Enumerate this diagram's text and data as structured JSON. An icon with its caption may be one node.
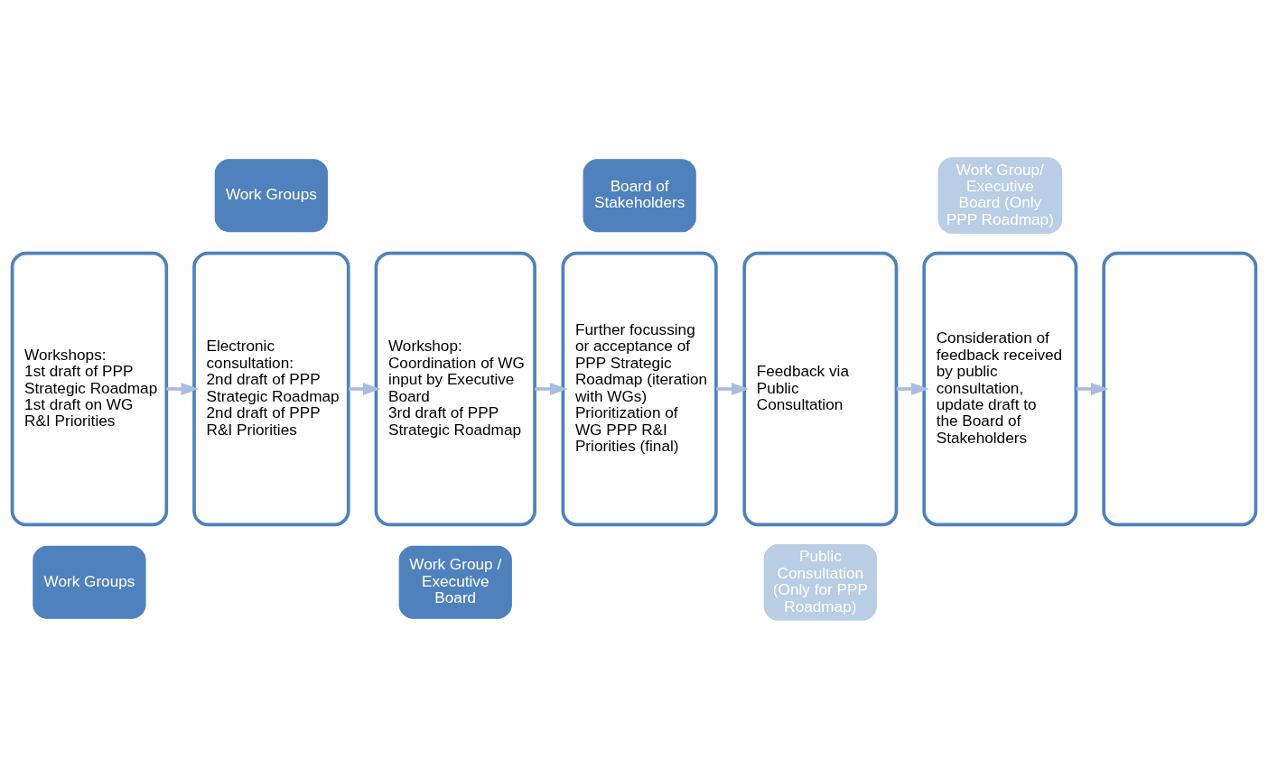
{
  "diagram": {
    "nodes": [
      {
        "text": [
          "Workshops:",
          "1st draft of PPP Strategic Roadmap",
          "1st draft on WG R&I Priorities"
        ]
      },
      {
        "text": [
          "Work Groups"
        ]
      },
      {
        "text": [
          "Electronic consultation:",
          "2nd draft of PPP Strategic Roadmap",
          "2nd draft of PPP R&I Priorities"
        ]
      },
      {
        "text": [
          "Work Groups"
        ]
      },
      {
        "text": [
          "Workshop:",
          "Coordination of WG input by Executive Board",
          "3rd draft of PPP Strategic Roadmap"
        ]
      },
      {
        "text": [
          "Work Group / Executive Board"
        ]
      },
      {
        "text": [
          "Further focussing or acceptance of PPP Strategic Roadmap (iteration with WGs)",
          "Prioritization of WG PPP R&I Priorities (final)"
        ]
      },
      {
        "text": [
          "Board of Stakeholders"
        ]
      },
      {
        "text": [
          "Feedback via Public Consultation"
        ]
      },
      {
        "text": [
          "Public Consultation (Only for PPP Roadmap)"
        ]
      },
      {
        "text": [
          "Consideration of feedback received by public consultation, update draft to the Board of Stakeholders"
        ]
      },
      {
        "text": [
          "Work Group/ Executive Board (Only PPP Roadmap)"
        ]
      },
      {
        "text": [],
        "shape": "box"
      }
    ],
    "edges": [
      {
        "from": 0,
        "to": 2,
        "arrow": "to"
      },
      {
        "from": 2,
        "to": 4,
        "arrow": "to"
      },
      {
        "from": 4,
        "to": 6,
        "arrow": "to"
      },
      {
        "from": 6,
        "to": 8,
        "arrow": "to"
      },
      {
        "from": 8,
        "to": 10,
        "arrow": "to"
      },
      {
        "from": 10,
        "to": 12,
        "arrow": "to"
      }
    ]
  }
}
